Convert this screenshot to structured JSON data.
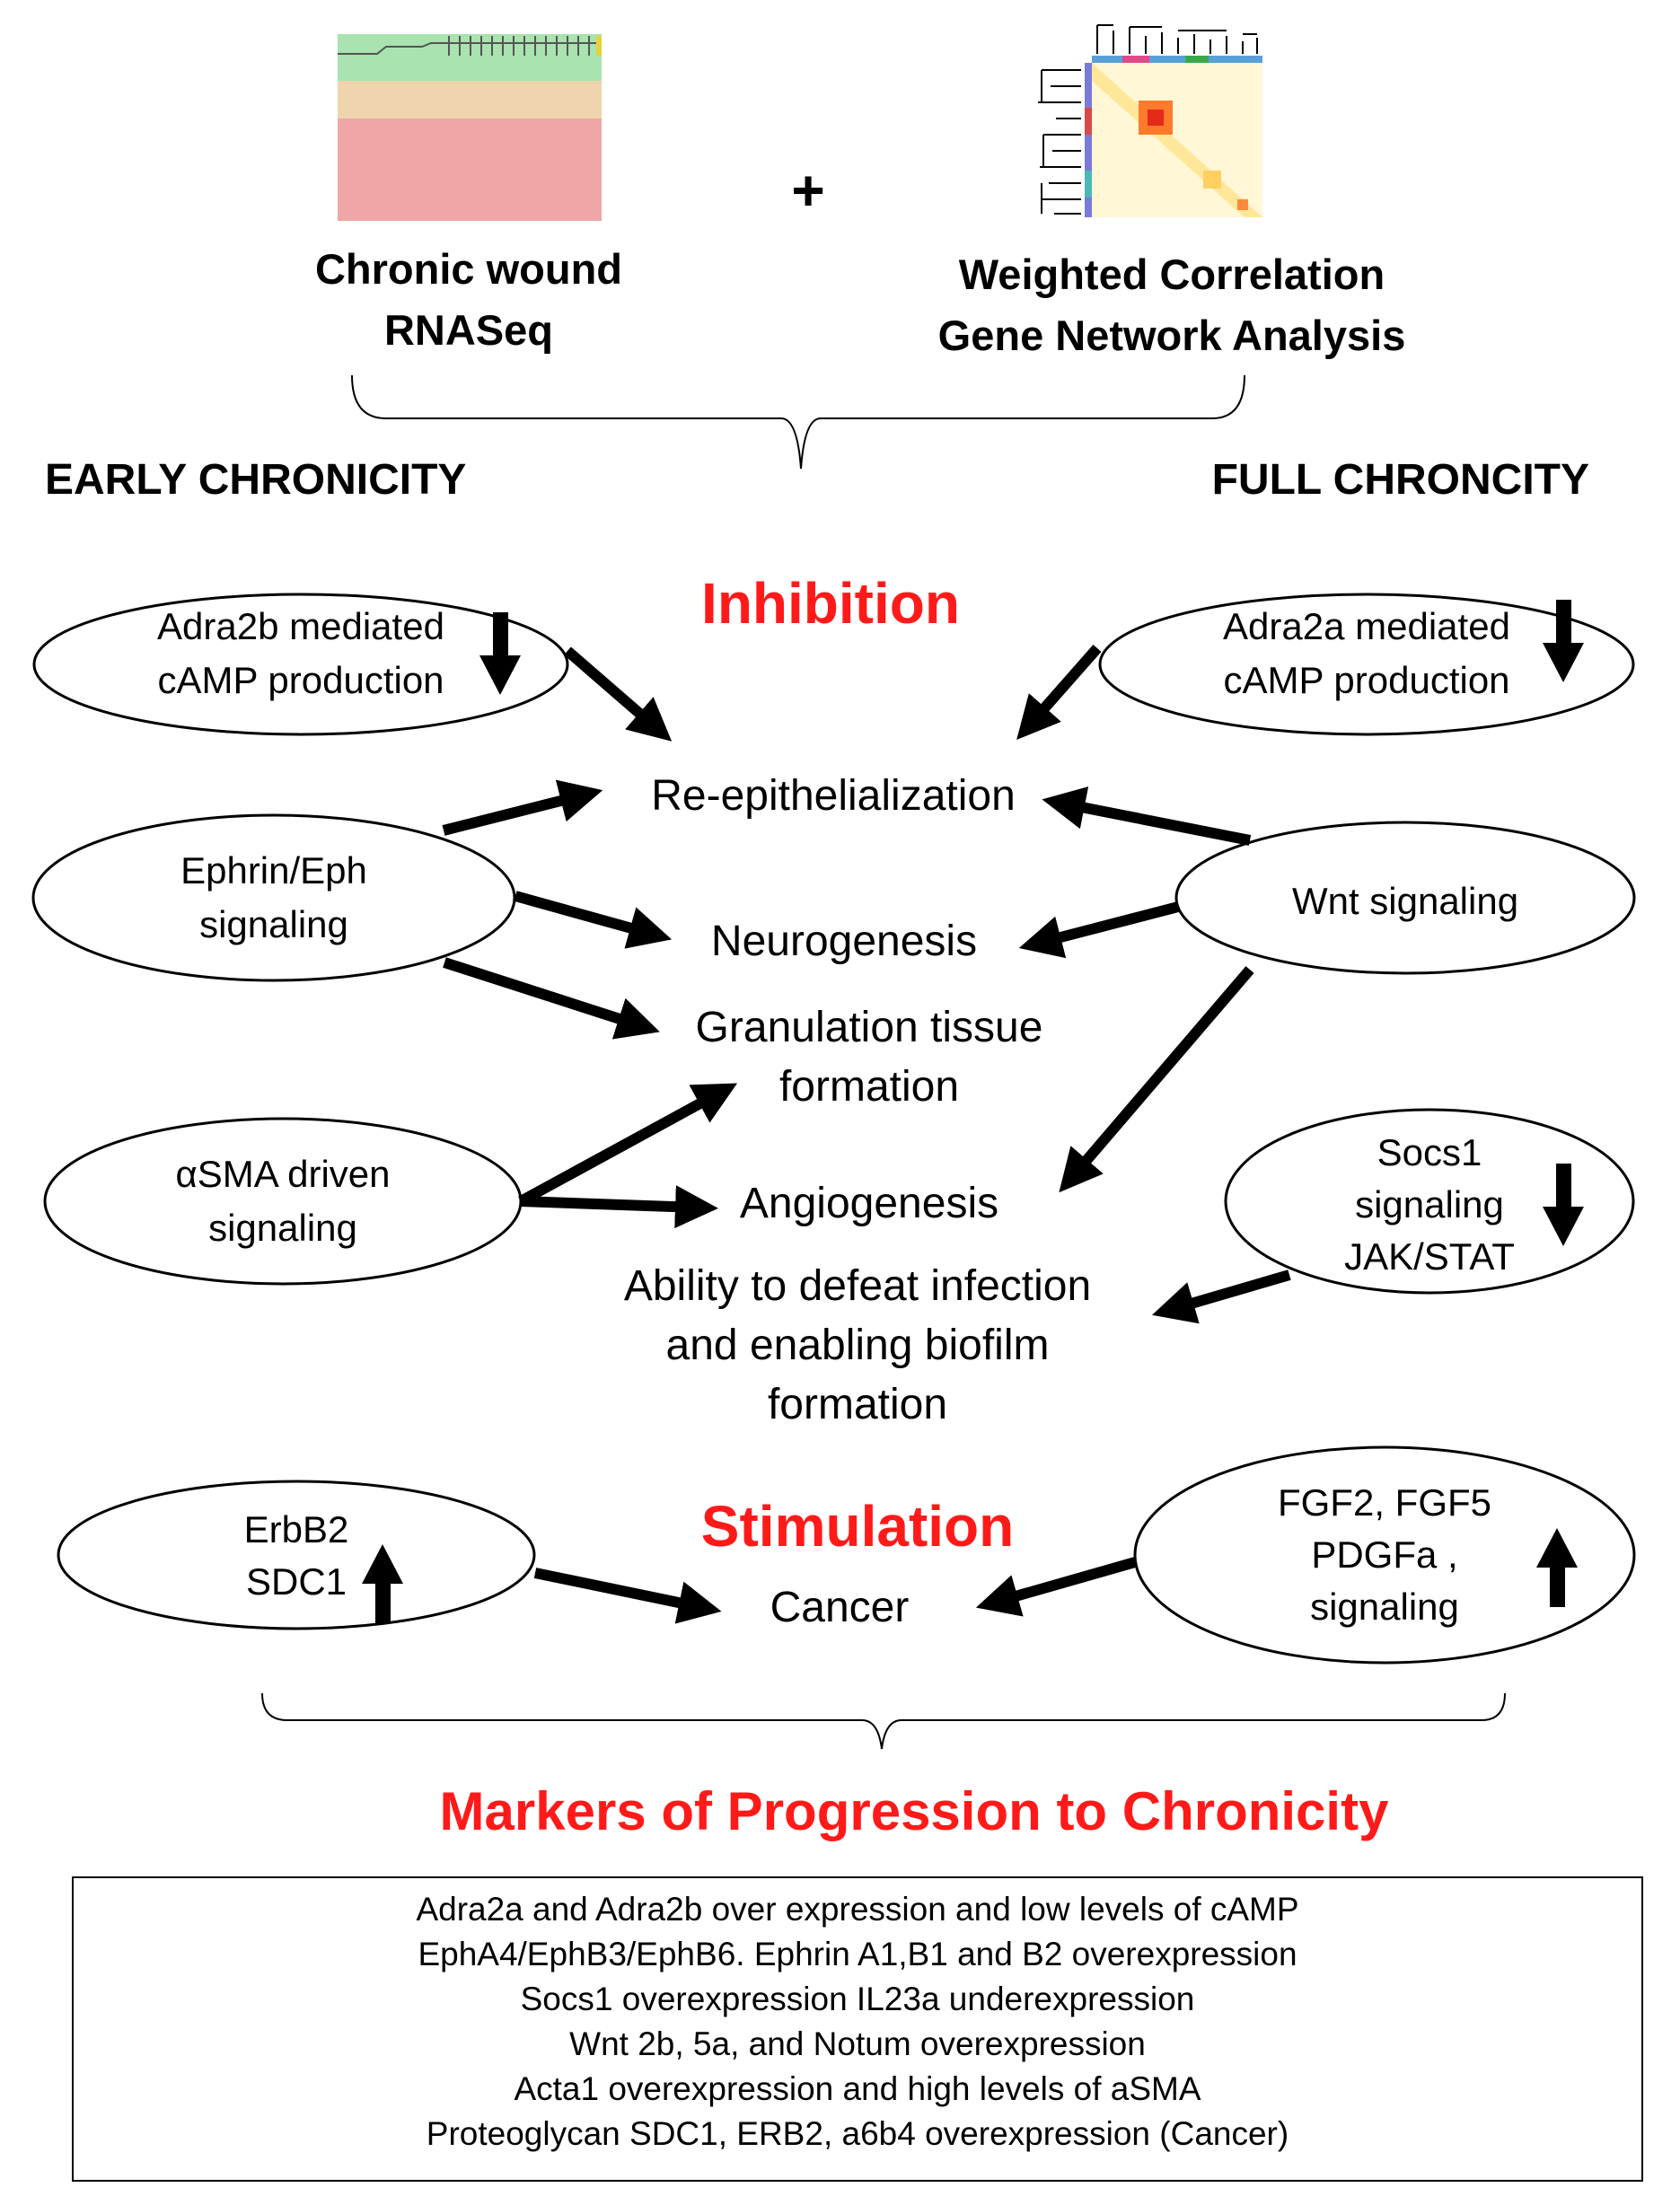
{
  "inputs": {
    "left_label_1": "Chronic wound",
    "left_label_2": "RNASeq",
    "plus": "+",
    "right_label_1": "Weighted Correlation",
    "right_label_2": "Gene Network Analysis"
  },
  "phases": {
    "early": "EARLY CHRONICITY",
    "full": "FULL CHRONCITY"
  },
  "sections": {
    "inhibition": "Inhibition",
    "stimulation": "Stimulation"
  },
  "nodes": {
    "adra2b": [
      "Adra2b mediated",
      "cAMP production"
    ],
    "adra2a": [
      "Adra2a mediated",
      "cAMP production"
    ],
    "ephrin": [
      "Ephrin/Eph",
      "signaling"
    ],
    "wnt": [
      "Wnt signaling"
    ],
    "asma": [
      "αSMA driven",
      "signaling"
    ],
    "socs1": [
      "Socs1",
      "signaling",
      "JAK/STAT"
    ],
    "erbb2": [
      "ErbB2",
      "SDC1"
    ],
    "fgf": [
      "FGF2, FGF5",
      "PDGFa ,",
      "signaling"
    ]
  },
  "outcomes": {
    "reepith": [
      "Re-epithelialization"
    ],
    "neuro": [
      "Neurogenesis"
    ],
    "granulation": [
      "Granulation tissue",
      "formation"
    ],
    "angio": [
      "Angiogenesis"
    ],
    "infection": [
      "Ability to defeat infection",
      "and enabling biofilm",
      "formation"
    ],
    "cancer": [
      "Cancer"
    ]
  },
  "markers": {
    "title": "Markers of Progression to Chronicity",
    "lines": [
      "Adra2a and Adra2b over expression  and low levels of cAMP",
      "EphA4/EphB3/EphB6. Ephrin A1,B1 and B2 overexpression",
      "Socs1 overexpression IL23a underexpression",
      "Wnt 2b, 5a, and Notum overexpression",
      "Acta1 overexpression and high levels of aSMA",
      "Proteoglycan SDC1, ERB2, a6b4  overexpression (Cancer)"
    ]
  }
}
